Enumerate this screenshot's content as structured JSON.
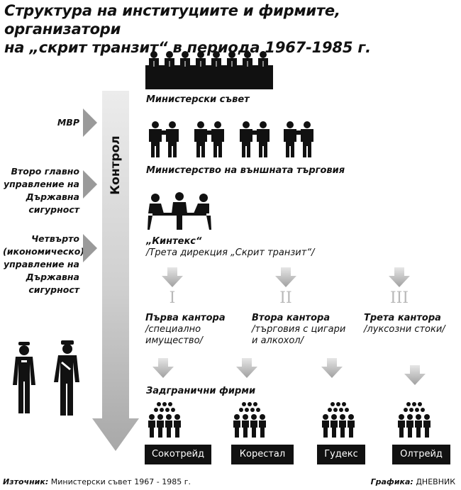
{
  "title": {
    "line1": "Структура на институциите и фирмите, организатори",
    "line2": "на „скрит транзит“  в периода 1967-1985 г."
  },
  "control_label": "Контрол",
  "left_labels": [
    "МВР",
    "Второ главно управление на Държавна сигурност",
    "Четвърто (икономическо) управление на Държавна сигурност"
  ],
  "levels": {
    "council": "Министерски съвет",
    "ministry": "Министерство на външната търговия",
    "kintex_name": "„Кинтекс“",
    "kintex_sub": "/Трета дирекция „Скрит транзит“/"
  },
  "offices": [
    {
      "numeral": "I",
      "name": "Първа кантора",
      "desc1": "/специално",
      "desc2": "имущество/"
    },
    {
      "numeral": "II",
      "name": "Втора кантора",
      "desc1": "/търговия с цигари",
      "desc2": "и алкохол/"
    },
    {
      "numeral": "III",
      "name": "Трета кантора",
      "desc1": "/луксозни стоки/",
      "desc2": ""
    }
  ],
  "foreign_label": "Задгранични фирми",
  "firms": [
    "Сокотрейд",
    "Корестал",
    "Гудекс",
    "Олтрейд"
  ],
  "footer": {
    "source_label": "Източник:",
    "source_text": "Министерски съвет 1967 - 1985 г.",
    "graphic_label": "Графика:",
    "graphic_text": "ДНЕВНИК"
  },
  "colors": {
    "ink": "#111111",
    "arrow_light": "#e4e4e4",
    "arrow_dark": "#9a9a9a",
    "roman": "#b8b8b8"
  }
}
